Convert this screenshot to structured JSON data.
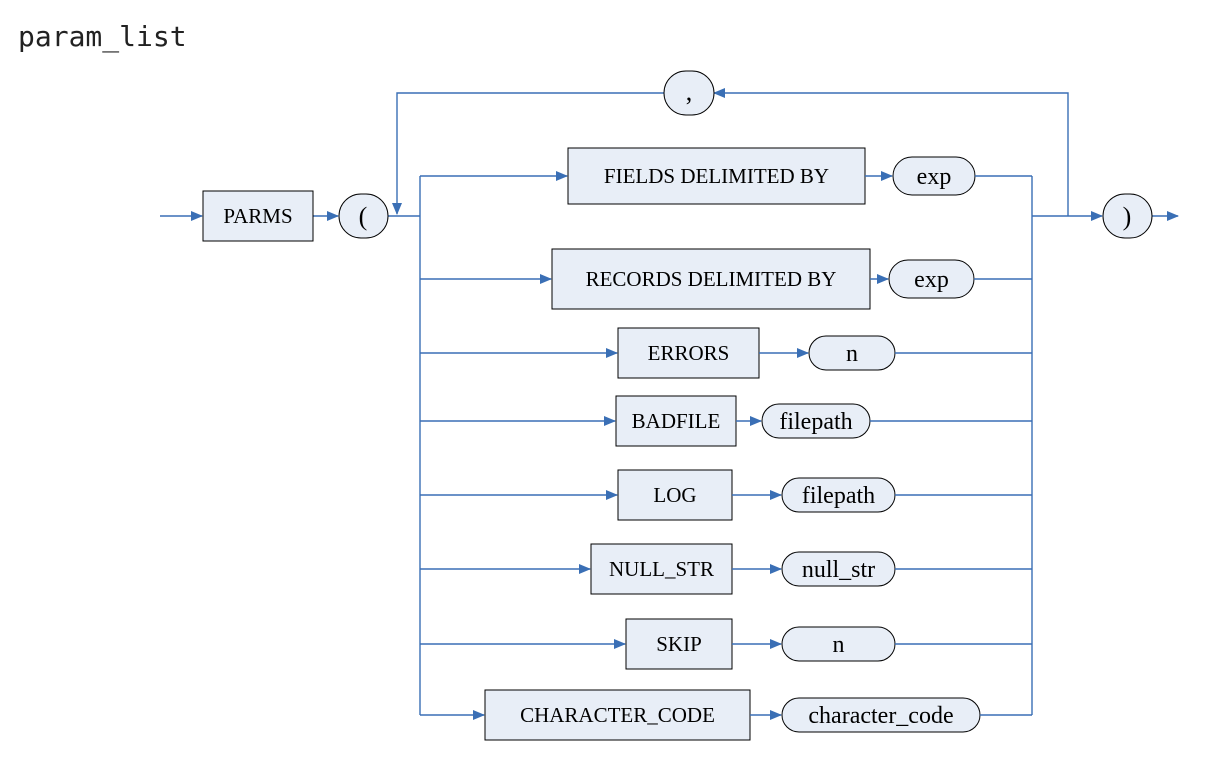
{
  "title": "param_list",
  "keyword": "PARMS",
  "open_paren": "(",
  "close_paren": ")",
  "separator": ",",
  "options": [
    {
      "keyword": "FIELDS DELIMITED BY",
      "value": "exp"
    },
    {
      "keyword": "RECORDS DELIMITED BY",
      "value": "exp"
    },
    {
      "keyword": "ERRORS",
      "value": "n"
    },
    {
      "keyword": "BADFILE",
      "value": "filepath"
    },
    {
      "keyword": "LOG",
      "value": "filepath"
    },
    {
      "keyword": "NULL_STR",
      "value": "null_str"
    },
    {
      "keyword": "SKIP",
      "value": "n"
    },
    {
      "keyword": "CHARACTER_CODE",
      "value": "character_code"
    }
  ],
  "colors": {
    "line": "#3a6fb5",
    "box_fill": "#e8eef7",
    "border": "#000000"
  }
}
